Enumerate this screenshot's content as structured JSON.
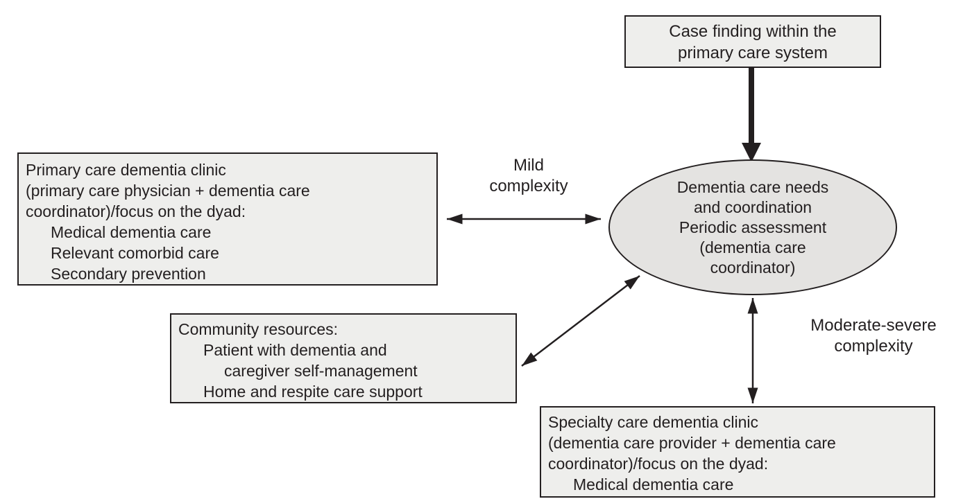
{
  "colors": {
    "box_fill": "#eeeeec",
    "ellipse_fill": "#e4e3e1",
    "border": "#231f20",
    "text": "#231f20"
  },
  "case_finding": {
    "line1": "Case finding within the",
    "line2": "primary care system"
  },
  "ellipse": {
    "line1": "Dementia care needs",
    "line2": "and coordination",
    "line3": "Periodic assessment",
    "line4": "(dementia care",
    "line5": "coordinator)"
  },
  "primary_care": {
    "line1": "Primary care dementia clinic",
    "line2": "(primary care physician + dementia care",
    "line3": "coordinator)/focus on the dyad:",
    "line4": "Medical dementia care",
    "line5": "Relevant comorbid care",
    "line6": "Secondary prevention"
  },
  "community": {
    "line1": "Community resources:",
    "line2": "Patient with dementia and",
    "line3": "caregiver self-management",
    "line4": "Home and respite care support"
  },
  "specialty": {
    "line1": "Specialty care dementia clinic",
    "line2": "(dementia care provider + dementia care",
    "line3": "coordinator)/focus on the dyad:",
    "line4": "Medical dementia care"
  },
  "labels": {
    "mild_line1": "Mild",
    "mild_line2": "complexity",
    "moderate_line1": "Moderate-severe",
    "moderate_line2": "complexity"
  }
}
